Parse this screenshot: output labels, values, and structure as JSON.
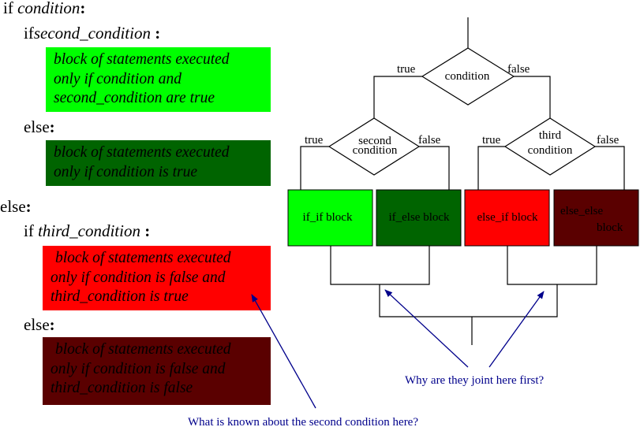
{
  "code": {
    "if_kw": "if",
    "condition": "condition",
    "colon": ":",
    "if2_kw": "if",
    "second_condition": "second_condition",
    "block1": [
      "block of statements executed",
      "only if condition and",
      "second_condition are true"
    ],
    "else1": "else",
    "block2": [
      "block of statements executed",
      "only if condition is true"
    ],
    "else_outer": "else",
    "if3_kw": "if",
    "third_condition": "third_condition",
    "block3": [
      "block of statements executed",
      "only if condition is false and",
      "third_condition is true"
    ],
    "else2": "else",
    "block4": [
      "block of statements executed",
      "only if condition is false and",
      "third_condition is false"
    ]
  },
  "flowchart": {
    "top_decision": "condition",
    "top_true": "true",
    "top_false": "false",
    "second_decision": [
      "second",
      "condition"
    ],
    "second_true": "true",
    "second_false": "false",
    "third_decision": [
      "third",
      "condition"
    ],
    "third_true": "true",
    "third_false": "false",
    "boxes": {
      "if_if": "if_if block",
      "if_else": "if_else block",
      "else_if": "else_if block",
      "else_else": [
        "else_else",
        "block"
      ]
    },
    "colors": {
      "if_if": "#00ff00",
      "if_else": "#006400",
      "else_if": "#ff0000",
      "else_else": "#5a0000",
      "annotation": "#00008b"
    }
  },
  "annotations": {
    "joint_question": "Why are they joint here first?",
    "second_condition_question": "What is known about the second condition here?"
  }
}
